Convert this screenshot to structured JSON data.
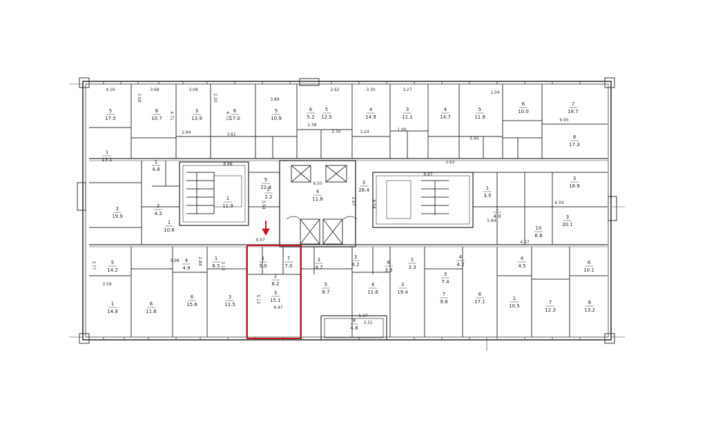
{
  "highlight_color": "#c8141e",
  "marker": {
    "icon": "arrow-down-icon",
    "color": "#c8141e"
  },
  "rooms": [
    {
      "name": "5",
      "area": "17.5"
    },
    {
      "name": "6",
      "area": "10.7"
    },
    {
      "name": "3",
      "area": "13.9"
    },
    {
      "name": "6",
      "area": "17.0"
    },
    {
      "name": "5",
      "area": "10.9"
    },
    {
      "name": "6",
      "area": "5.2"
    },
    {
      "name": "5",
      "area": "12.5"
    },
    {
      "name": "4",
      "area": "14.9"
    },
    {
      "name": "3",
      "area": "11.1"
    },
    {
      "name": "4",
      "area": "14.7"
    },
    {
      "name": "5",
      "area": "11.9"
    },
    {
      "name": "6",
      "area": "10.0"
    },
    {
      "name": "7",
      "area": "18.7"
    },
    {
      "name": "1",
      "area": "13.1"
    },
    {
      "name": "1",
      "area": "4.8"
    },
    {
      "name": "5",
      "area": "22.4"
    },
    {
      "name": "4",
      "area": "11.8"
    },
    {
      "name": "3",
      "area": "28.4"
    },
    {
      "name": "8",
      "area": "17.3"
    },
    {
      "name": "3",
      "area": "18.9"
    },
    {
      "name": "2",
      "area": "19.9"
    },
    {
      "name": "1",
      "area": "10.6"
    },
    {
      "name": "3",
      "area": "4.3"
    },
    {
      "name": "1",
      "area": "11.9"
    },
    {
      "name": "2",
      "area": "2.2"
    },
    {
      "name": "1",
      "area": "3.5"
    },
    {
      "name": "1",
      "area": "4.0"
    },
    {
      "name": "10",
      "area": "6.8"
    },
    {
      "name": "3",
      "area": "20.1"
    },
    {
      "name": "5",
      "area": "14.2"
    },
    {
      "name": "1",
      "area": "14.8"
    },
    {
      "name": "6",
      "area": "11.6"
    },
    {
      "name": "4",
      "area": "4.9"
    },
    {
      "name": "1",
      "area": "6.5"
    },
    {
      "name": "6",
      "area": "15.6"
    },
    {
      "name": "3",
      "area": "11.5"
    },
    {
      "name": "2",
      "area": "6.2"
    },
    {
      "name": "3",
      "area": "15.1"
    },
    {
      "name": "5",
      "area": "8.7"
    },
    {
      "name": "4",
      "area": "11.6"
    },
    {
      "name": "3",
      "area": "19.4"
    },
    {
      "name": "8",
      "area": "4.8"
    },
    {
      "name": "7",
      "area": "9.8"
    },
    {
      "name": "6",
      "area": "17.1"
    },
    {
      "name": "1",
      "area": "10.5"
    },
    {
      "name": "7",
      "area": "12.3"
    },
    {
      "name": "6",
      "area": "13.2"
    },
    {
      "name": "6",
      "area": "10.1"
    },
    {
      "name": "3",
      "area": "7.4"
    },
    {
      "name": "4",
      "area": "4.5"
    },
    {
      "name": "3",
      "area": "8.2"
    },
    {
      "name": "1",
      "area": "3.3"
    },
    {
      "name": "1",
      "area": "5.0"
    },
    {
      "name": "7",
      "area": "7.0"
    },
    {
      "name": "2",
      "area": "4.7"
    },
    {
      "name": "4",
      "area": "4.2"
    },
    {
      "name": "6",
      "area": "3.3"
    }
  ],
  "dimensions": [
    "4.16",
    "2.08",
    "3.68",
    "3.08",
    "2.20",
    "3.89",
    "2.62",
    "3.30",
    "3.27",
    "1.04",
    "4.71",
    "4.72",
    "2.84",
    "3.61",
    "2.38",
    "2.30",
    "3.24",
    "1.99",
    "5.95",
    "6.95",
    "4.54",
    "8.88",
    "6.50",
    "2.97",
    "8.87",
    "6.59",
    "2.62",
    "4.67",
    "5.84",
    "9.97",
    "2.84",
    "3.54",
    "6.47",
    "2.10",
    "3.77",
    "3.59",
    "5.98",
    "5.13",
    "5.47",
    "3.31"
  ]
}
